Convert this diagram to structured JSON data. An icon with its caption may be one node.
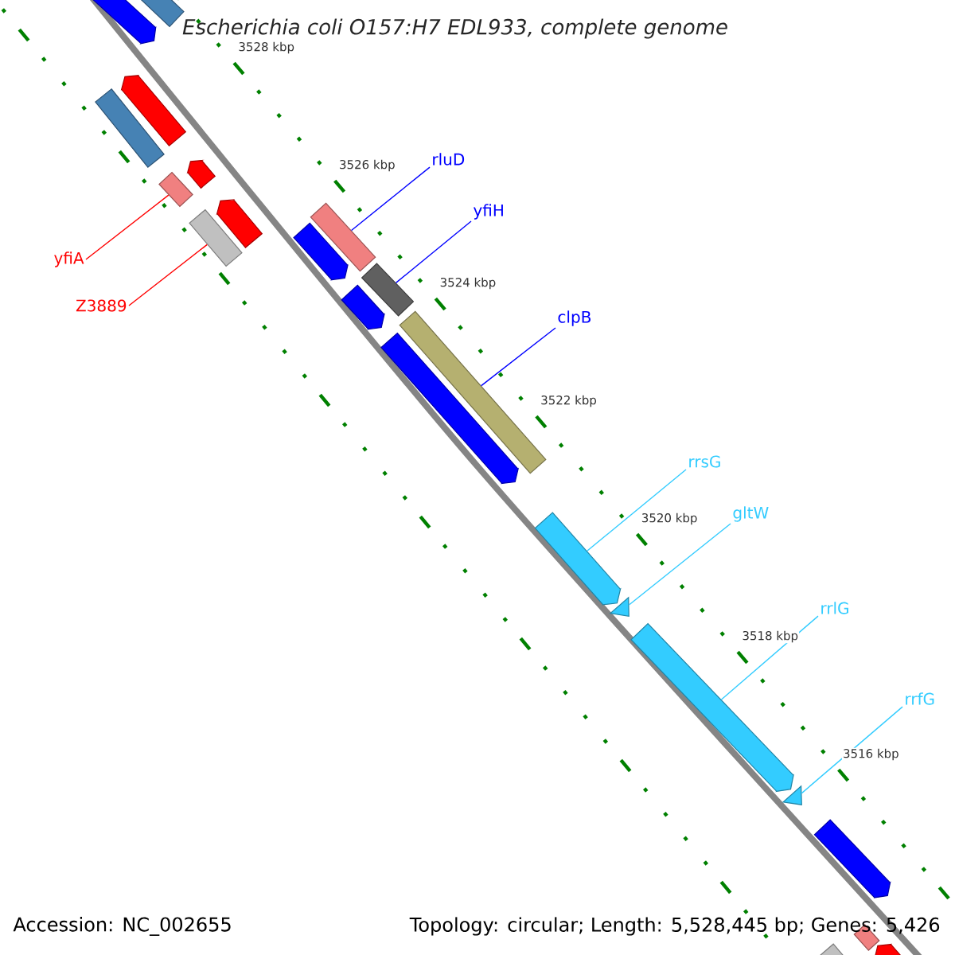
{
  "diagram": {
    "title": "Escherichia coli O157:H7 EDL933, complete genome",
    "nodes": [
      {
        "text": [
          "rluD"
        ]
      },
      {
        "text": [
          "yfiH"
        ]
      },
      {
        "text": [
          "yfiA"
        ]
      },
      {
        "text": [
          "Z3889"
        ]
      },
      {
        "text": [
          "clpB"
        ]
      },
      {
        "text": [
          "rrsG"
        ]
      },
      {
        "text": [
          "gltW"
        ]
      },
      {
        "text": [
          "rrlG"
        ]
      },
      {
        "text": [
          "rrfG"
        ]
      },
      {
        "text": [],
        "shape": "bar"
      },
      {
        "text": [],
        "shape": "bar"
      },
      {
        "text": [],
        "shape": "bar"
      },
      {
        "text": [],
        "shape": "bar"
      },
      {
        "text": [],
        "shape": "bar"
      },
      {
        "text": [],
        "shape": "bar"
      },
      {
        "text": [],
        "shape": "triangle"
      },
      {
        "text": [],
        "shape": "bar"
      },
      {
        "text": [],
        "shape": "triangle"
      },
      {
        "text": [],
        "shape": "bar"
      },
      {
        "text": [],
        "shape": "bar"
      },
      {
        "text": [],
        "shape": "bar"
      },
      {
        "text": [],
        "shape": "bar"
      },
      {
        "text": [],
        "shape": "bar"
      },
      {
        "text": [],
        "shape": "bar"
      },
      {
        "text": [],
        "shape": "bar"
      },
      {
        "text": [],
        "shape": "bar"
      },
      {
        "text": [],
        "shape": "bar"
      },
      {
        "text": [],
        "shape": "bar"
      },
      {
        "text": [],
        "shape": "bar"
      },
      {
        "text": [],
        "shape": "bar"
      },
      {
        "text": [],
        "shape": "bar"
      }
    ],
    "edges": [
      {
        "from": 0,
        "to": 11,
        "arrow": "none",
        "color": "#0000ff"
      },
      {
        "from": 1,
        "to": 12,
        "arrow": "none",
        "color": "#0000ff"
      },
      {
        "from": 2,
        "to": 9,
        "arrow": "none",
        "color": "#ff0000"
      },
      {
        "from": 3,
        "to": 10,
        "arrow": "none",
        "color": "#ff0000"
      },
      {
        "from": 4,
        "to": 13,
        "arrow": "none",
        "color": "#0000ff"
      },
      {
        "from": 5,
        "to": 14,
        "arrow": "none"
      },
      {
        "from": 6,
        "to": 15,
        "arrow": "none"
      },
      {
        "from": 7,
        "to": 16,
        "arrow": "none"
      },
      {
        "from": 8,
        "to": 17,
        "arrow": "none"
      }
    ],
    "labels": [
      "3528 kbp",
      "3526 kbp",
      "3524 kbp",
      "3522 kbp",
      "3520 kbp",
      "3518 kbp",
      "3516 kbp",
      "Accession: NC_002655",
      "Topology: circular; Length: 5,528,445 bp; Genes: 5,426"
    ]
  }
}
